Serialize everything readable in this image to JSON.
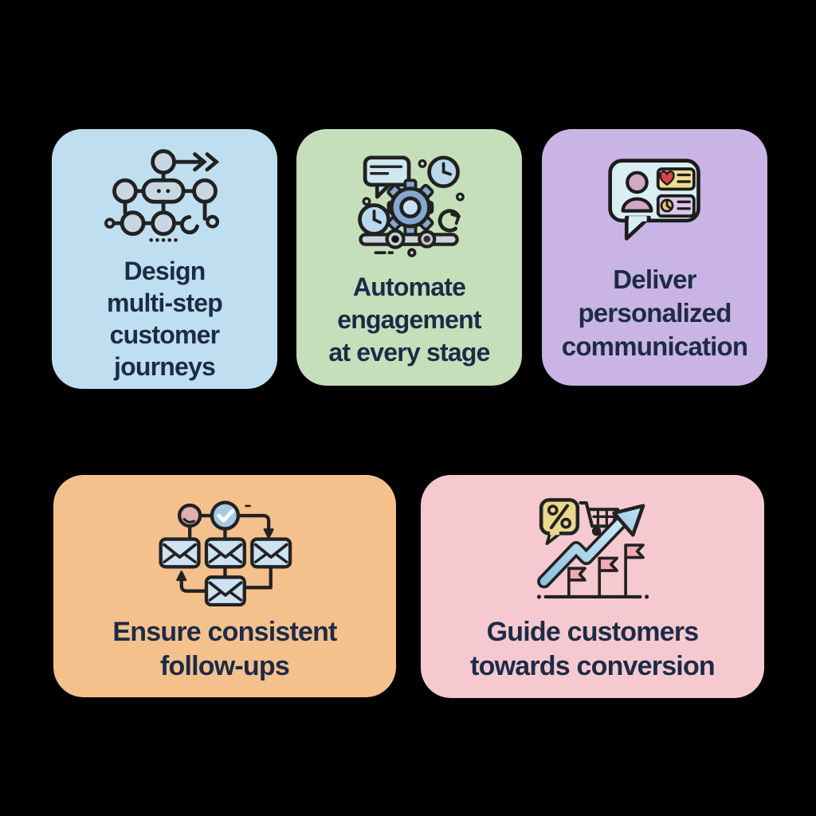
{
  "canvas": {
    "background_color": "#000000",
    "text_color": "#1d2b47",
    "outline_color": "#212121"
  },
  "cards": [
    {
      "label": "Design\nmulti-step\ncustomer\njourneys",
      "bg_color": "#bfdff0",
      "icon": "journey-flowchart-icon"
    },
    {
      "label": "Automate\nengagement\nat every stage",
      "bg_color": "#c5dfba",
      "icon": "automation-gear-icon"
    },
    {
      "label": "Deliver\npersonalized\ncommunication",
      "bg_color": "#c9b4e5",
      "icon": "personalized-message-icon"
    },
    {
      "label": "Ensure consistent\nfollow-ups",
      "bg_color": "#f4c18d",
      "icon": "email-workflow-icon"
    },
    {
      "label": "Guide customers\ntowards conversion",
      "bg_color": "#f5c9cf",
      "icon": "conversion-growth-icon"
    }
  ]
}
